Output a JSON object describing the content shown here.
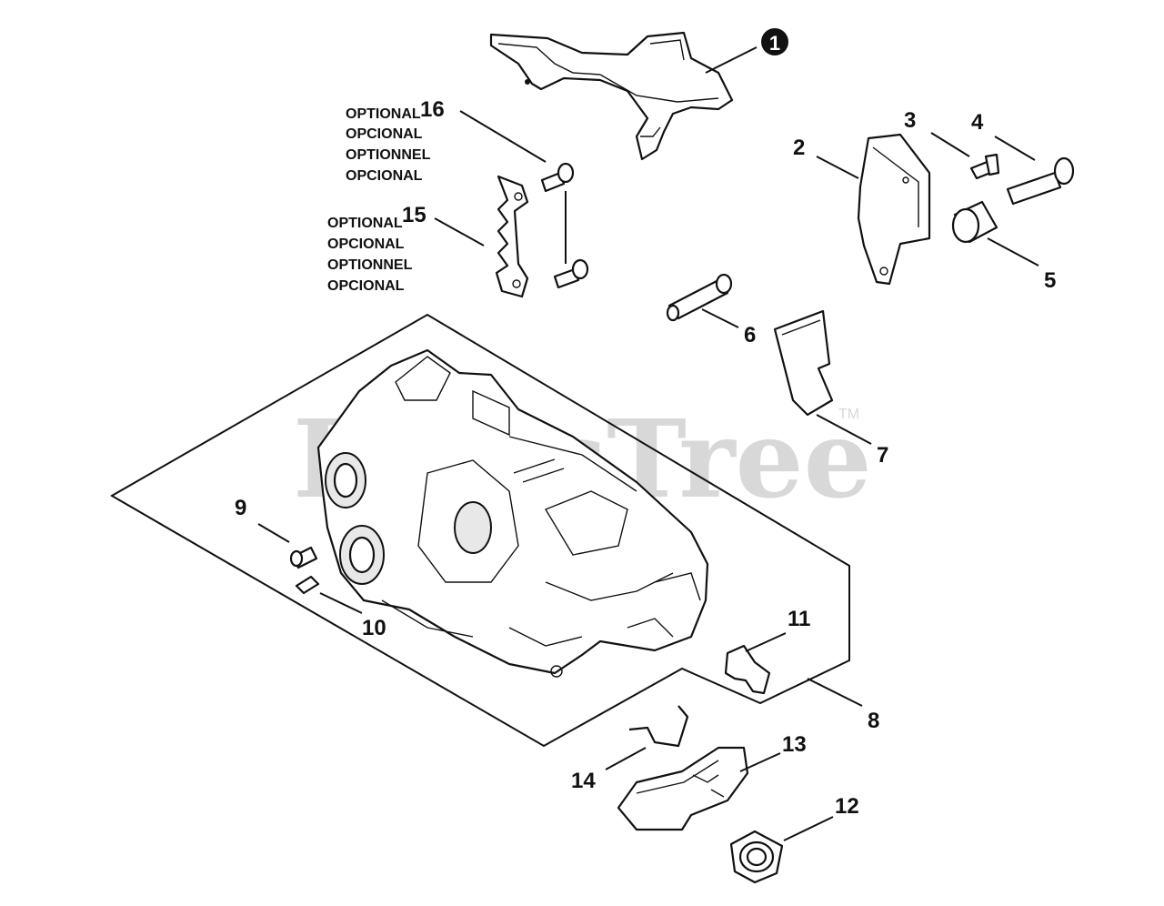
{
  "watermark": {
    "text": "PartsTree",
    "tm": "TM"
  },
  "callouts": {
    "c1": "1",
    "c2": "2",
    "c3": "3",
    "c4": "4",
    "c5": "5",
    "c6": "6",
    "c7": "7",
    "c8": "8",
    "c9": "9",
    "c10": "10",
    "c11": "11",
    "c12": "12",
    "c13": "13",
    "c14": "14",
    "c15": "15",
    "c16": "16"
  },
  "optional_16": [
    "OPTIONAL",
    "OPCIONAL",
    "OPTIONNEL",
    "OPCIONAL"
  ],
  "optional_15": [
    "OPTIONAL",
    "OPCIONAL",
    "OPTIONNEL",
    "OPCIONAL"
  ]
}
